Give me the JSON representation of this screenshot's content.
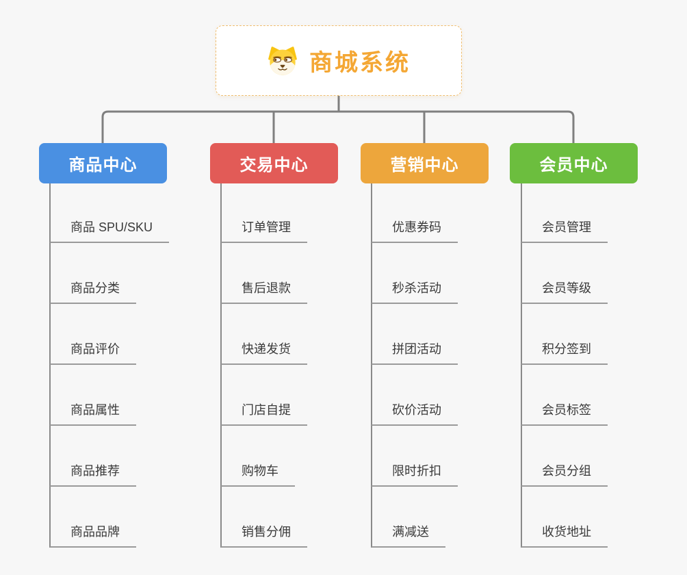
{
  "diagram": {
    "root": {
      "label": "商城系统",
      "icon": "dog-face-icon"
    },
    "branches": [
      {
        "label": "商品中心",
        "color": "#4a90e2",
        "children": [
          "商品 SPU/SKU",
          "商品分类",
          "商品评价",
          "商品属性",
          "商品推荐",
          "商品品牌"
        ]
      },
      {
        "label": "交易中心",
        "color": "#e25b57",
        "children": [
          "订单管理",
          "售后退款",
          "快递发货",
          "门店自提",
          "购物车",
          "销售分佣"
        ]
      },
      {
        "label": "营销中心",
        "color": "#eda63c",
        "children": [
          "优惠券码",
          "秒杀活动",
          "拼团活动",
          "砍价活动",
          "限时折扣",
          "满减送"
        ]
      },
      {
        "label": "会员中心",
        "color": "#6cbe3e",
        "children": [
          "会员管理",
          "会员等级",
          "积分签到",
          "会员标签",
          "会员分组",
          "收货地址"
        ]
      }
    ],
    "colors": {
      "background": "#f7f7f7",
      "connector": "#7f7f7f",
      "branch_vline": "#898989",
      "leaf_underline": "#9a9a9a",
      "leaf_text": "#3a3a3a",
      "root_title": "#f4a734",
      "root_border": "#f0bd6e"
    }
  }
}
